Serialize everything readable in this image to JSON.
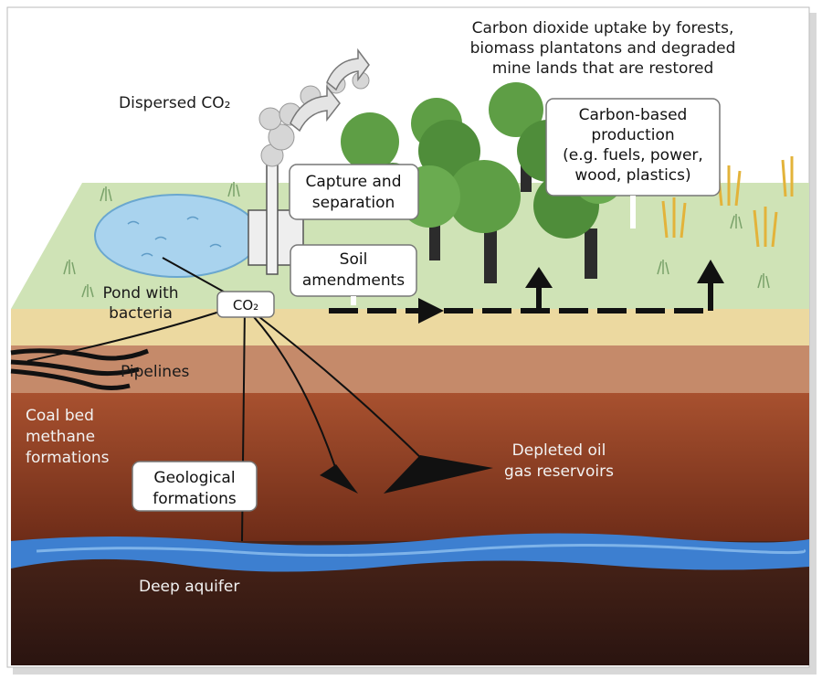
{
  "labels": {
    "dispersed": "Dispersed CO₂",
    "uptake": [
      "Carbon dioxide uptake by forests,",
      "biomass plantatons and degraded",
      "mine lands that are restored"
    ],
    "capture": [
      "Capture and",
      "separation"
    ],
    "soil": [
      "Soil",
      "amendments"
    ],
    "carbon_based": [
      "Carbon-based",
      "production",
      "(e.g. fuels, power,",
      "wood, plastics)"
    ],
    "pond": [
      "Pond with",
      "bacteria"
    ],
    "co2": "CO₂",
    "pipelines": "Pipelines",
    "coal": [
      "Coal bed",
      "methane",
      "formations"
    ],
    "geological": [
      "Geological",
      "formations"
    ],
    "depleted": [
      "Depleted oil",
      "gas reservoirs"
    ],
    "aquifer": "Deep aquifer"
  },
  "colors": {
    "surface": "#cfe3b6",
    "pond": "#a9d3ee",
    "sand": "#ecd9a0",
    "layer_tan": "#c58a6a",
    "layer_mid": "#a04a2c",
    "layer_deep": "#6a2a17",
    "aquifer": "#3d7fd0",
    "bedrock": "#3b1d14",
    "tree": "#5e9e45",
    "grass_gold": "#e3b33a"
  }
}
